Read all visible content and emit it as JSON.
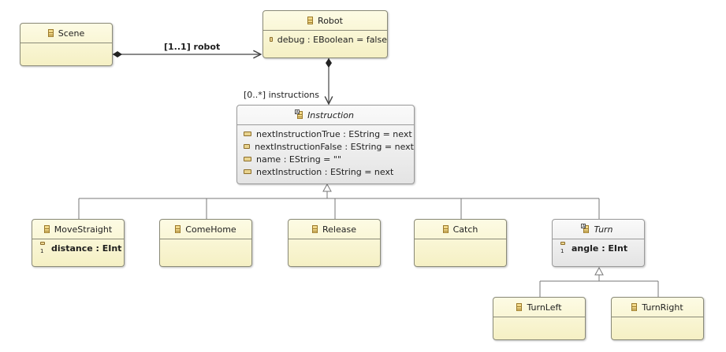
{
  "classes": {
    "scene": {
      "name": "Scene"
    },
    "robot": {
      "name": "Robot",
      "attrs": [
        "debug : EBoolean = false"
      ]
    },
    "instruction": {
      "name": "Instruction",
      "attrs": [
        "nextInstructionTrue : EString = next",
        "nextInstructionFalse : EString = next",
        "name : EString = \"\"",
        "nextInstruction : EString = next"
      ]
    },
    "movestraight": {
      "name": "MoveStraight",
      "attrs": [
        "distance : EInt"
      ]
    },
    "comehome": {
      "name": "ComeHome"
    },
    "release": {
      "name": "Release"
    },
    "catch": {
      "name": "Catch"
    },
    "turn": {
      "name": "Turn",
      "attrs": [
        "angle : EInt"
      ]
    },
    "turnleft": {
      "name": "TurnLeft"
    },
    "turnright": {
      "name": "TurnRight"
    }
  },
  "edges": {
    "robot_ref": "[1..1] robot",
    "instructions_ref": "[0..*] instructions"
  },
  "icons": {
    "class": "class-icon",
    "abstract_class": "abstract-class-icon",
    "attribute": "attribute-icon",
    "required_attribute": "required-attribute-icon"
  },
  "colors": {
    "class_fill": "#f5f0c4",
    "abstract_fill": "#e4e4e4",
    "line": "#6e6e6e"
  }
}
